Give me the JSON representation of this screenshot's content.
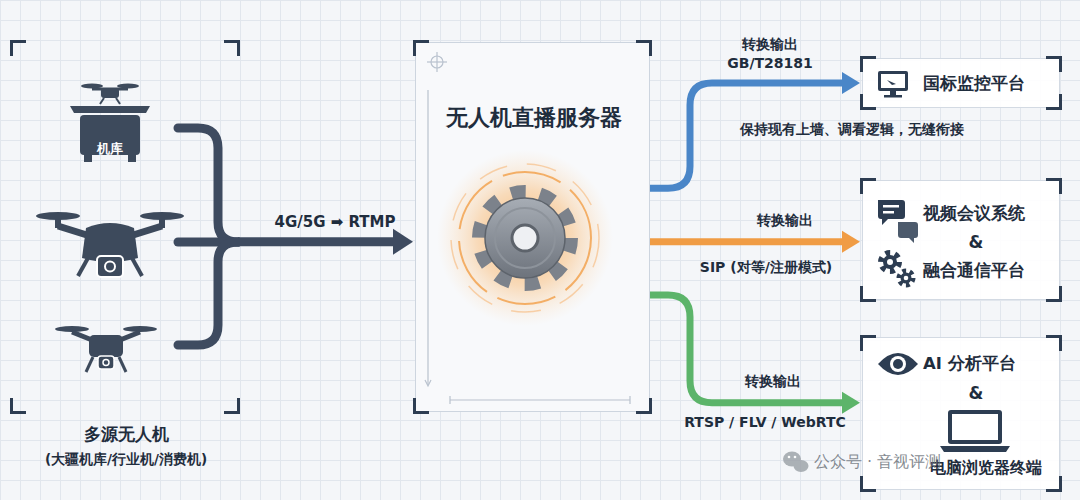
{
  "diagram": {
    "nodes": [
      {
        "text": [
          "多源无人机",
          "(大疆机库/行业机/消费机)"
        ]
      },
      {
        "text": [
          "无人机直播服务器"
        ]
      },
      {
        "text": [
          "国标监控平台"
        ]
      },
      {
        "text": [
          "视频会议系统",
          "&",
          "融合通信平台"
        ]
      },
      {
        "text": [
          "AI 分析平台",
          "&",
          "电脑浏览器终端"
        ]
      }
    ],
    "edges": [
      {
        "from": 0,
        "to": 1,
        "label": "4G/5G ➡ RTMP",
        "arrow": "to"
      },
      {
        "from": 1,
        "to": 2,
        "label": "转换输出",
        "arrow": "to"
      },
      {
        "from": 1,
        "to": 3,
        "label": "转换输出",
        "arrow": "to"
      },
      {
        "from": 1,
        "to": 4,
        "label": "转换输出",
        "arrow": "to"
      }
    ],
    "labels": [
      "机库",
      "GB/T28181",
      "保持现有上墙、调看逻辑，无缝衔接",
      "SIP (对等/注册模式)",
      "RTSP / FLV / WebRTC",
      "公众号 · 音视评测"
    ]
  }
}
